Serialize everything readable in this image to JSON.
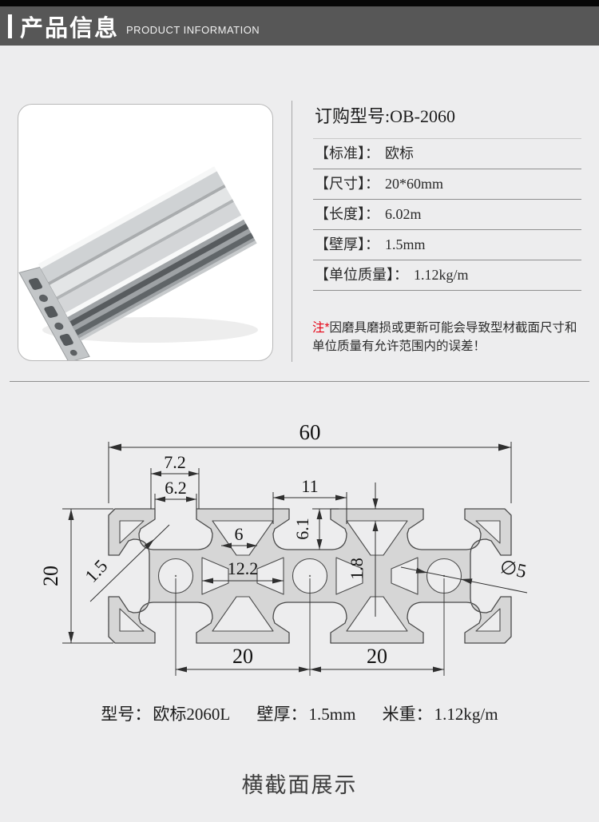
{
  "header": {
    "title_cn": "产品信息",
    "title_en": "PRODUCT INFORMATION"
  },
  "product": {
    "order_label": "订购型号:",
    "order_model": "OB-2060",
    "specs": [
      {
        "label": "【标准】：",
        "value": "欧标"
      },
      {
        "label": "【尺寸】：",
        "value": "20*60mm"
      },
      {
        "label": "【长度】：",
        "value": "6.02m"
      },
      {
        "label": "【壁厚】：",
        "value": "1.5mm"
      },
      {
        "label": "【单位质量】：",
        "value": "1.12kg/m"
      }
    ],
    "note_prefix": "注*",
    "note_line1": "因磨具磨损或更新可能会导致型材截面尺寸和",
    "note_line2": "单位质量有允许范围内的误差！"
  },
  "drawing": {
    "dims": {
      "overall_width": "60",
      "slot_outer": "7.2",
      "slot_opening": "6.2",
      "slot_inner": "11",
      "web_gap": "6",
      "slot_depth": "6.1",
      "cavity_width": "12.2",
      "lip_thickness": "1.8",
      "wall_thickness": "1.5",
      "overall_height": "20",
      "hole_dia": "∅5",
      "pitch_left": "20",
      "pitch_right": "20"
    },
    "caption": {
      "model_label": "型号：",
      "model_value": "欧标2060L",
      "wall_label": "壁厚：",
      "wall_value": "1.5mm",
      "weight_label": "米重：",
      "weight_value": "1.12kg/m"
    },
    "section_title": "横截面展示"
  }
}
